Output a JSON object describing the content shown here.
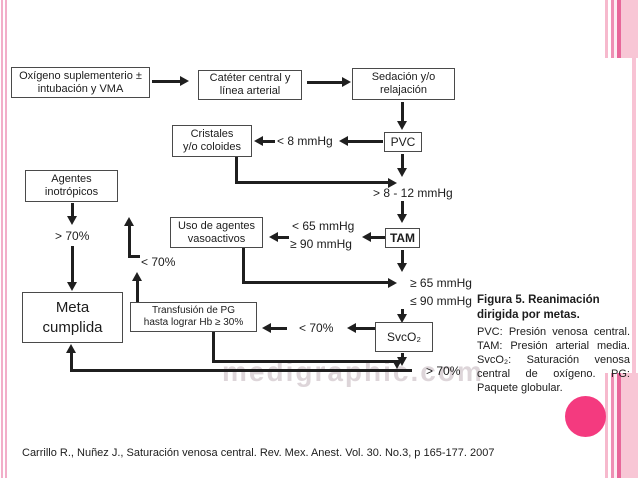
{
  "flowchart": {
    "boxes": {
      "oxigeno": "Oxígeno suplementerio ±\nintubación y VMA",
      "cateter": "Catéter central y\nlínea arterial",
      "sedacion": "Sedación y/o\nrelajación",
      "cristales": "Cristales\ny/o coloides",
      "pvc": "PVC",
      "agentes": "Agentes\ninotrópicos",
      "vasoactivos": "Uso de agentes\nvasoactivos",
      "tam": "TAM",
      "meta": "Meta\ncumplida",
      "transfusion": "Transfusión de PG\nhasta lograr Hb ≥ 30%",
      "svco2": "SvcO₂"
    },
    "labels": {
      "pvc_low": "< 8 mmHg",
      "pvc_goal": "> 8 - 12 mmHg",
      "tam_low": "< 65 mmHg",
      "tam_high": "≥ 90 mmHg",
      "inotropic_goal": "> 70%",
      "sat_low_mid": "< 70%",
      "tam_goal_1": "≥ 65 mmHg",
      "tam_goal_2": "≤ 90 mmHg",
      "svco2_low": "< 70%",
      "svco2_goal": "> 70%"
    }
  },
  "caption": {
    "title": "Figura 5. Reanimación dirigida por metas.",
    "body": "PVC: Presión venosa central. TAM: Presión arterial media. SvcO₂: Saturación venosa central de oxígeno. PG: Paquete globular."
  },
  "watermark": "medigraphic.com",
  "citation": "Carrillo R., Nuñez  J., Saturación venosa central. Rev. Mex. Anest. Vol. 30. No.3, p 165-177. 2007",
  "colors": {
    "ink": "#1f1f1f",
    "accent_pink": "#f43a7f",
    "stripe_light": "#f8c6d5",
    "stripe_medium": "#ef8fb4",
    "stripe_dark": "#e8679a"
  }
}
